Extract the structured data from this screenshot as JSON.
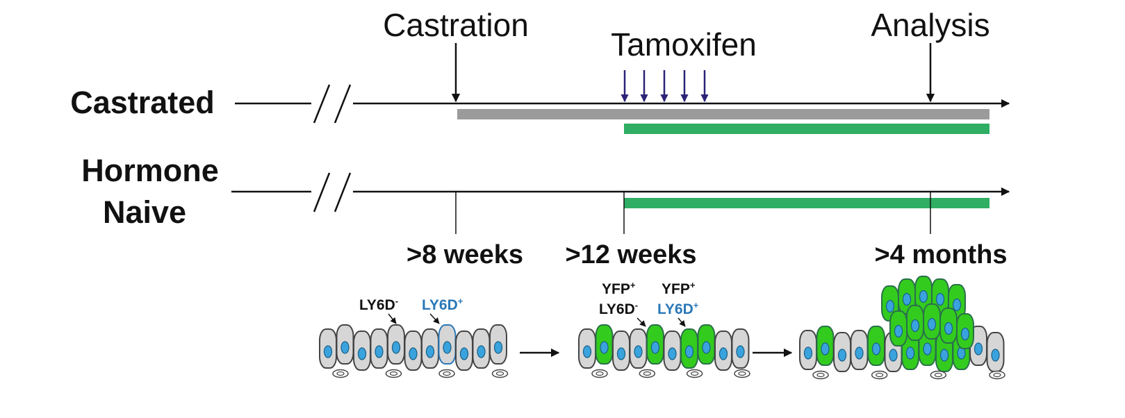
{
  "events": {
    "castration": "Castration",
    "tamoxifen": "Tamoxifen",
    "analysis": "Analysis"
  },
  "groups": {
    "castrated": "Castrated",
    "hormone_naive_line1": "Hormone",
    "hormone_naive_line2": "Naive"
  },
  "time_points": {
    "t1": ">8 weeks",
    "t2": ">12 weeks",
    "t3": ">4 months"
  },
  "markers": {
    "stage1_neg": "LY6D",
    "stage1_neg_sup": "-",
    "stage1_pos": "LY6D",
    "stage1_pos_sup": "+",
    "stage2_yfp_a": "YFP",
    "stage2_yfp_a_sup": "+",
    "stage2_yfp_b": "YFP",
    "stage2_yfp_b_sup": "+",
    "stage2_neg": "LY6D",
    "stage2_neg_sup": "-",
    "stage2_pos": "LY6D",
    "stage2_pos_sup": "+"
  },
  "colors": {
    "castration_bar": "#9b9b9b",
    "yfp_bar": "#2fae64",
    "tamoxifen_arrow": "#2b2377",
    "ly6d_positive": "#2a78b8",
    "yfp_cell": "#33cc1e",
    "nucleus": "#3aa3dd",
    "cell_gray": "#d6d6d6"
  },
  "icons": [
    "break-mark-icon",
    "down-arrow-icon",
    "right-arrow-icon",
    "epithelial-cell-icon"
  ]
}
